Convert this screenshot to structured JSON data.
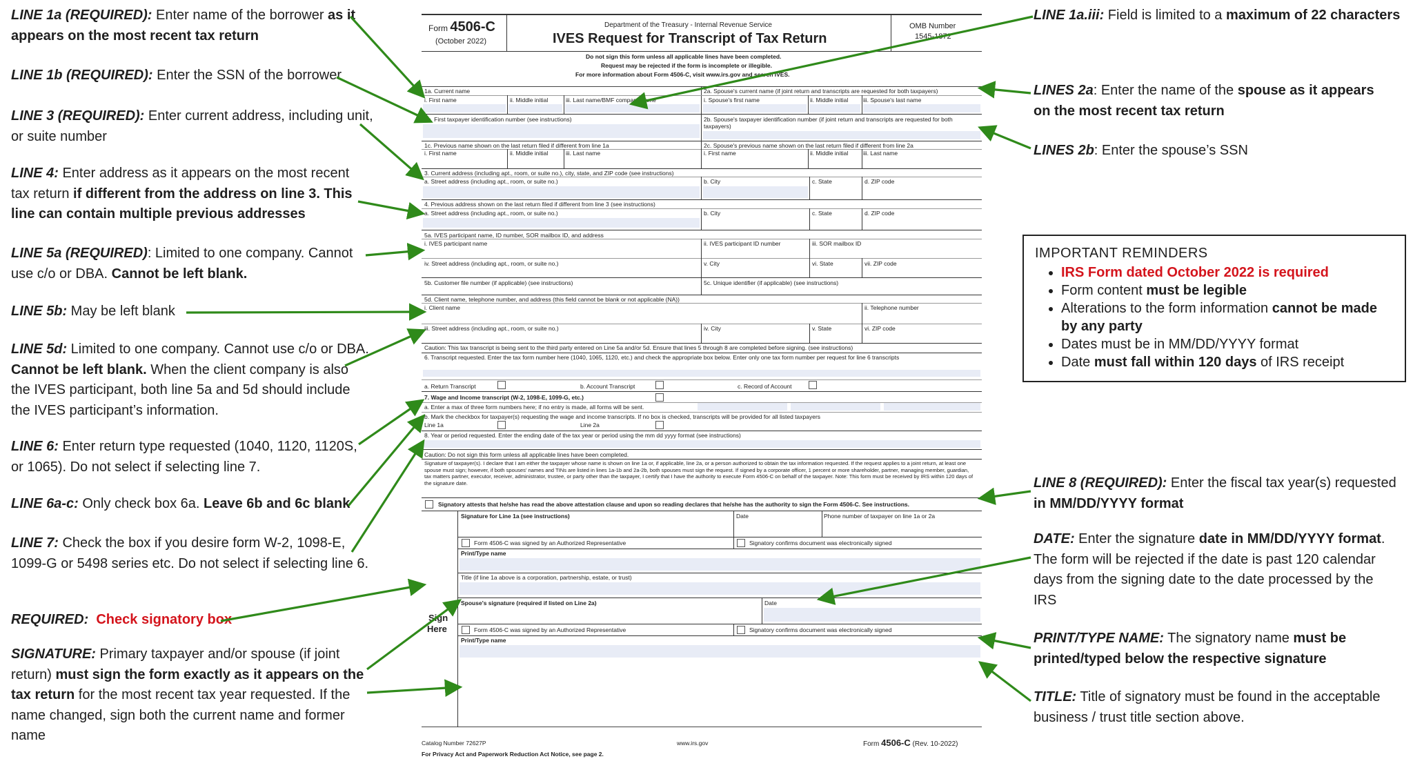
{
  "left_notes": {
    "n1a": {
      "label": "LINE 1a (REQUIRED):",
      "text": " Enter name of the borrower ",
      "bold": "as it appears on the most recent tax return"
    },
    "n1b": {
      "label": "LINE 1b (REQUIRED):",
      "text": " Enter the SSN of the borrower"
    },
    "n3": {
      "label": "LINE 3 (REQUIRED):",
      "text": " Enter current address, including unit, or suite number"
    },
    "n4": {
      "label": "LINE 4:",
      "text": " Enter address as it appears on the most recent tax return ",
      "bold": "if different from the address on line 3. This line can contain multiple previous addresses"
    },
    "n5a": {
      "label": "LINE 5a (REQUIRED)",
      "text": ": Limited to one company. Cannot use c/o or DBA. ",
      "bold": "Cannot be left blank."
    },
    "n5b": {
      "label": "LINE 5b:",
      "text": "  May be left blank"
    },
    "n5d": {
      "label": "LINE 5d:",
      "text": " Limited to one company. Cannot use c/o or DBA. ",
      "bold": "Cannot be left blank.",
      "text2": " When the client company is also the IVES participant, both line 5a and 5d should include the IVES participant’s information."
    },
    "n6": {
      "label": "LINE 6:",
      "text": " Enter return type requested (1040, 1120, 1120S, or 1065). Do not select if selecting line 7."
    },
    "n6ac": {
      "label": "LINE 6a-c:",
      "text": " Only check box 6a. ",
      "bold": "Leave 6b and 6c blank"
    },
    "n7": {
      "label": "LINE 7:",
      "text": " Check the box if you desire form W-2, 1098-E, 1099-G or 5498 series etc. Do not select if selecting line 6."
    },
    "req": {
      "label": "REQUIRED:",
      "red": "Check signatory box"
    },
    "sig": {
      "label": "SIGNATURE:",
      "text": " Primary taxpayer and/or spouse (if joint return) ",
      "bold": "must sign the form exactly as it appears on the tax return",
      "text2": " for the most recent tax year requested. If the name changed, sign both the current name and former name"
    }
  },
  "right_notes": {
    "n1aiii": {
      "label": "LINE 1a.iii:",
      "text": " Field is limited to a ",
      "bold": "maximum of 22 characters"
    },
    "n2a": {
      "label": "LINES 2a",
      "text": ": Enter the name of the ",
      "bold": "spouse as it appears on the most recent tax return"
    },
    "n2b": {
      "label": "LINES 2b",
      "text": ": Enter the spouse’s SSN"
    },
    "n8": {
      "label": "LINE 8 (REQUIRED):",
      "text": " Enter the fiscal tax year(s) requested ",
      "bold": "in MM/DD/YYYY format"
    },
    "date": {
      "label": "DATE:",
      "text": " Enter the signature ",
      "bold": "date in MM/DD/YYYY format",
      "text2": ". The form will be rejected if the date is past 120 calendar days from the signing date to the date processed by the IRS"
    },
    "print": {
      "label": "PRINT/TYPE NAME:",
      "text": " The signatory name ",
      "bold": "must be printed/typed below the respective signature"
    },
    "title": {
      "label": "TITLE:",
      "text": "  Title of signatory must be found in the acceptable business / trust title section above."
    }
  },
  "reminders": {
    "title": "IMPORTANT REMINDERS",
    "items": [
      {
        "red": "IRS Form dated October 2022 is required"
      },
      {
        "text": "Form content ",
        "bold": "must be legible"
      },
      {
        "text": "Alterations to the form information ",
        "bold": "cannot be made by any party"
      },
      {
        "text": "Dates must be in MM/DD/YYYY format"
      },
      {
        "text": "Date ",
        "bold": "must fall within 120 days",
        "text2": " of IRS receipt"
      }
    ]
  },
  "form": {
    "form_label": "Form",
    "form_no": "4506-C",
    "form_date": "(October 2022)",
    "dept": "Department of the Treasury - Internal Revenue Service",
    "title": "IVES Request for Transcript of Tax Return",
    "omb": "OMB Number",
    "omb_no": "1545-1872",
    "instr1": "Do not sign this form unless all applicable lines have been completed.",
    "instr2": "Request may be rejected if the form is incomplete or illegible.",
    "instr3": "For more information about Form 4506-C, visit www.irs.gov and search IVES.",
    "l1a": "1a. Current name",
    "l1a_i": "i. First name",
    "l1a_ii": "ii. Middle initial",
    "l1a_iii": "iii. Last name/BMF company name",
    "l2a": "2a. Spouse's current name (if joint return and transcripts are requested for both taxpayers)",
    "l2a_i": "i. Spouse's first name",
    "l2a_ii": "ii. Middle initial",
    "l2a_iii": "iii. Spouse's last name",
    "l1b": "1b. First taxpayer identification number (see instructions)",
    "l2b": "2b. Spouse's taxpayer identification number (if joint return and transcripts are requested for both taxpayers)",
    "l1c": "1c. Previous name shown on the last return filed if different from line 1a",
    "l2c": "2c. Spouse's previous name shown on the last return filed if different from line 2a",
    "first": "i. First name",
    "mid": "ii. Middle initial",
    "last": "iii. Last name",
    "l3": "3. Current address (including apt., room, or suite no.), city, state, and ZIP code (see instructions)",
    "street": "a. Street address (including apt., room, or suite no.)",
    "city": "b. City",
    "state": "c. State",
    "zip": "d. ZIP code",
    "l4": "4. Previous address shown on the last return filed if different from line 3 (see instructions)",
    "l5a": "5a. IVES participant name, ID number, SOR mailbox ID, and address",
    "l5a_i": "i. IVES participant name",
    "l5a_ii": "ii. IVES participant ID number",
    "l5a_iii": "iii. SOR mailbox ID",
    "l5a_iv": "iv. Street address (including apt., room, or suite no.)",
    "l5a_v": "v. City",
    "l5a_vi": "vi. State",
    "l5a_vii": "vii. ZIP code",
    "l5b": "5b. Customer file number (if applicable) (see instructions)",
    "l5c": "5c. Unique identifier (if applicable) (see instructions)",
    "l5d": "5d. Client name, telephone number, and address (this field cannot be blank or not applicable (NA))",
    "l5d_i": "i. Client name",
    "l5d_ii": "ii. Telephone number",
    "l5d_iii": "iii. Street address (including apt., room, or suite no.)",
    "l5d_iv": "iv. City",
    "l5d_v": "v. State",
    "l5d_vi": "vi. ZIP code",
    "caution1": "Caution: This tax transcript is being sent to the third party entered on Line 5a and/or 5d. Ensure that lines 5 through 8 are completed before signing. (see instructions)",
    "l6": "6. Transcript requested. Enter the tax form number here (1040, 1065, 1120, etc.) and check the appropriate box below. Enter only one tax form number per request for line 6 transcripts",
    "l6a": "a. Return Transcript",
    "l6b": "b. Account Transcript",
    "l6c": "c. Record of Account",
    "l7": "7. Wage and Income transcript (W-2, 1098-E, 1099-G, etc.)",
    "l7a": "a. Enter a max of three form numbers here; if no entry is made, all forms will be sent.",
    "l7b": "b. Mark the checkbox for taxpayer(s) requesting the wage and income transcripts. If no box is checked, transcripts will be provided for all listed taxpayers",
    "line1a": "Line 1a",
    "line2a": "Line 2a",
    "l8": "8. Year or period requested. Enter the ending date of the tax year or period using the mm dd yyyy format (see instructions)",
    "caution2": "Caution: Do not sign this form unless all applicable lines have been completed.",
    "sigtext": "Signature of taxpayer(s). I declare that I am either the taxpayer whose name is shown on line 1a or, if applicable, line 2a, or a person authorized to obtain the tax information requested. If the request applies to a joint return, at least one spouse must sign; however, if both spouses' names and TINs are listed in lines 1a-1b and 2a-2b, both spouses must sign the request. If signed by a corporate officer, 1 percent or more shareholder, partner, managing member, guardian, tax matters partner, executor, receiver, administrator, trustee, or party other than the taxpayer, I certify that I have the authority to execute Form 4506-C on behalf of the taxpayer. Note: This form must be received by IRS within 120 days of the signature date.",
    "attest": "Signatory attests that he/she has read the above attestation clause and upon so reading declares that he/she has the authority to sign the Form 4506-C. See instructions.",
    "sign": "Sign",
    "here": "Here",
    "sig1a": "Signature for Line 1a (see instructions)",
    "date": "Date",
    "phone": "Phone number of taxpayer on line 1a or 2a",
    "authrep": "Form 4506-C was signed by an Authorized Representative",
    "elec": "Signatory confirms document was electronically signed",
    "printname": "Print/Type name",
    "titleln": "Title (if line 1a above is a corporation, partnership, estate, or trust)",
    "spousesig": "Spouse's signature (required if listed on Line 2a)",
    "catalog": "Catalog Number 72627P",
    "www": "www.irs.gov",
    "footform": "Form",
    "footno": "4506-C",
    "footrev": "(Rev. 10-2022)",
    "privacy": "For Privacy Act and Paperwork Reduction Act Notice, see page 2."
  }
}
